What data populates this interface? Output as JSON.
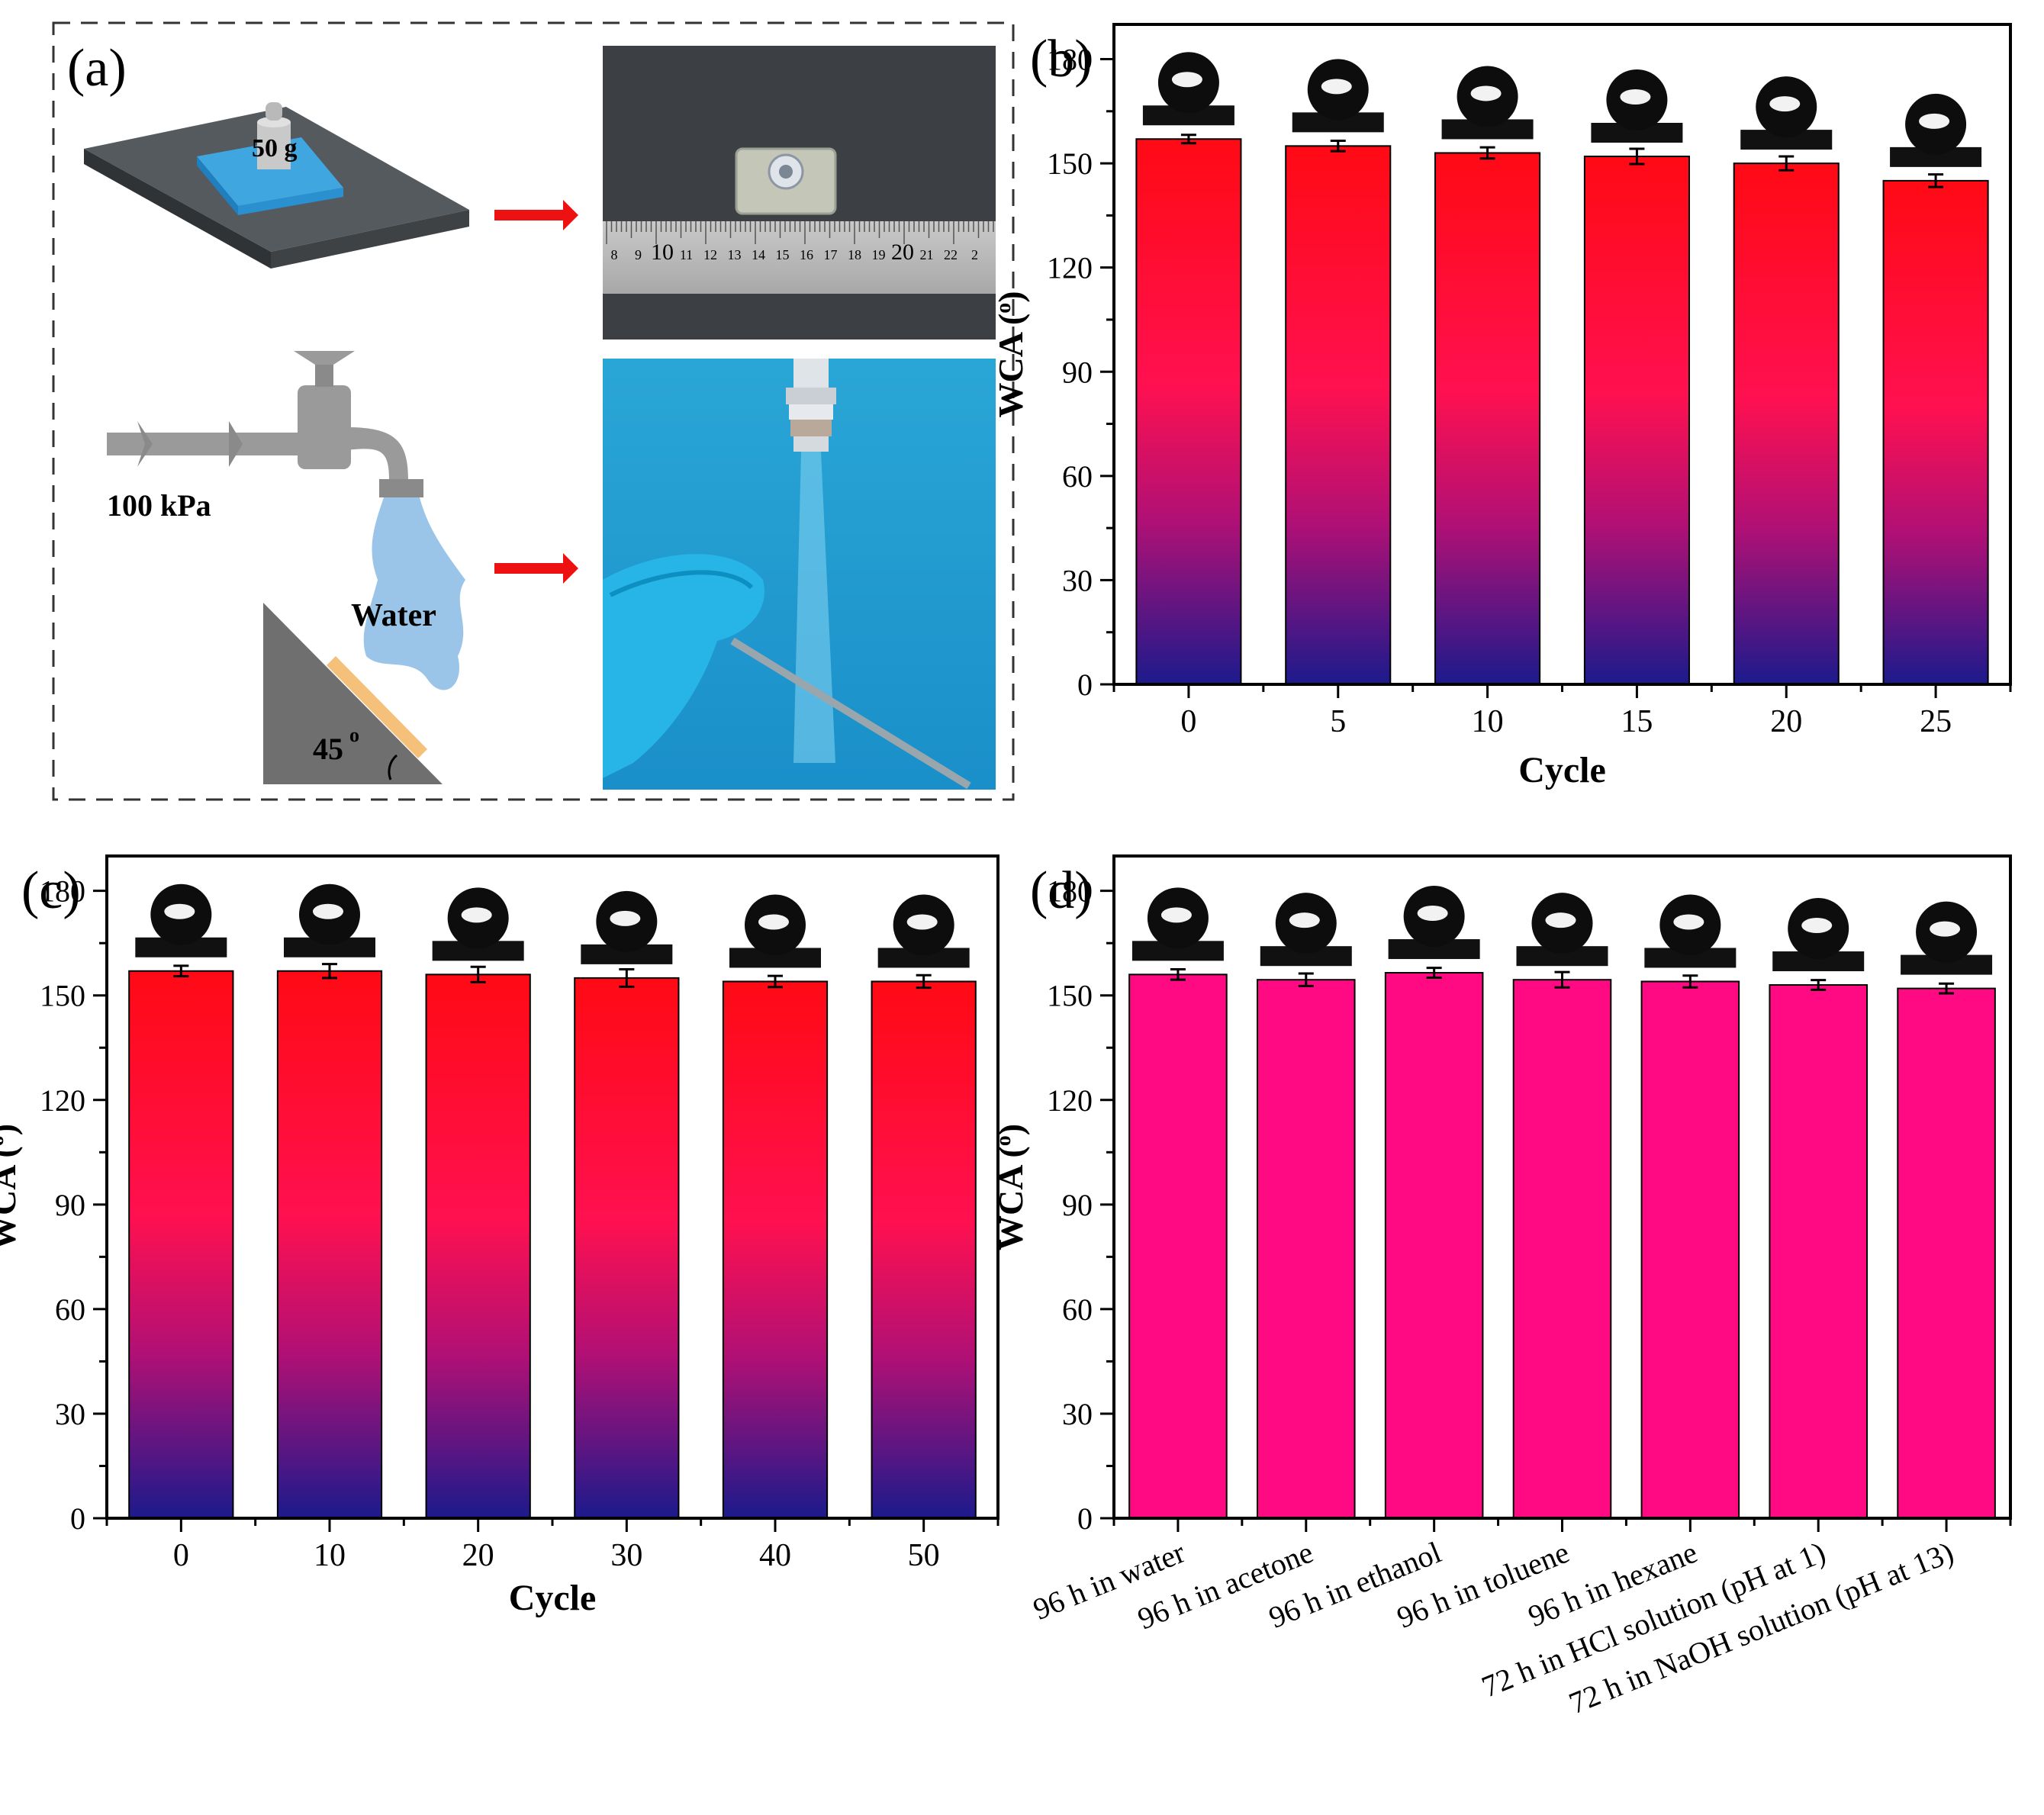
{
  "panels": {
    "a": {
      "letter": "(a)",
      "weight_label": "50 g",
      "pressure_label": "100 kPa",
      "water_label": "Water",
      "angle_label": "45",
      "angle_sup": "o",
      "ruler_numbers": [
        "8",
        "9",
        "10",
        "11",
        "12",
        "13",
        "14",
        "15",
        "16",
        "17",
        "18",
        "19",
        "20",
        "21",
        "22",
        "2"
      ]
    },
    "b": {
      "letter": "(b)"
    },
    "c": {
      "letter": "(c)"
    },
    "d": {
      "letter": "(d)"
    }
  },
  "colors": {
    "gradient_top": "#ff0a1e",
    "gradient_mid": "#ff1060",
    "gradient_bottom": "#1a1a8c",
    "solid_bar": "#ff0a82",
    "arrow": "#ee1111",
    "dashed_border": "#333333"
  },
  "chart_data": [
    {
      "panel": "b",
      "type": "bar",
      "categories": [
        "0",
        "5",
        "10",
        "15",
        "20",
        "25"
      ],
      "values": [
        157,
        155,
        153,
        152,
        150,
        145
      ],
      "errors": [
        1.2,
        1.5,
        1.6,
        2.2,
        2.0,
        1.8
      ],
      "xlabel": "Cycle",
      "ylabel": "WCA (",
      "ylabel_sup": "o",
      "ylabel_end": ")",
      "ylim": [
        0,
        190
      ],
      "yticks": [
        0,
        30,
        60,
        90,
        120,
        150,
        180
      ],
      "fill": "gradient",
      "insets": "water-droplet-images"
    },
    {
      "panel": "c",
      "type": "bar",
      "categories": [
        "0",
        "10",
        "20",
        "30",
        "40",
        "50"
      ],
      "values": [
        157,
        157,
        156,
        155,
        154,
        154
      ],
      "errors": [
        1.5,
        2.0,
        2.2,
        2.5,
        1.6,
        1.8
      ],
      "xlabel": "Cycle",
      "ylabel": "WCA (",
      "ylabel_sup": "o",
      "ylabel_end": ")",
      "ylim": [
        0,
        190
      ],
      "yticks": [
        0,
        30,
        60,
        90,
        120,
        150,
        180
      ],
      "fill": "gradient",
      "insets": "water-droplet-images"
    },
    {
      "panel": "d",
      "type": "bar",
      "categories": [
        "96 h in water",
        "96 h in acetone",
        "96 h in ethanol",
        "96 h in toluene",
        "96 h in hexane",
        "72 h in HCl solution (pH at 1)",
        "72 h in NaOH solution (pH at 13)"
      ],
      "values": [
        156,
        154.5,
        156.5,
        154.5,
        154,
        153,
        152
      ],
      "errors": [
        1.5,
        1.8,
        1.4,
        2.2,
        1.7,
        1.4,
        1.4
      ],
      "xlabel": "",
      "ylabel": "WCA (",
      "ylabel_sup": "o",
      "ylabel_end": ")",
      "ylim": [
        0,
        190
      ],
      "yticks": [
        0,
        30,
        60,
        90,
        120,
        150,
        180
      ],
      "fill": "solid",
      "insets": "water-droplet-images"
    }
  ]
}
